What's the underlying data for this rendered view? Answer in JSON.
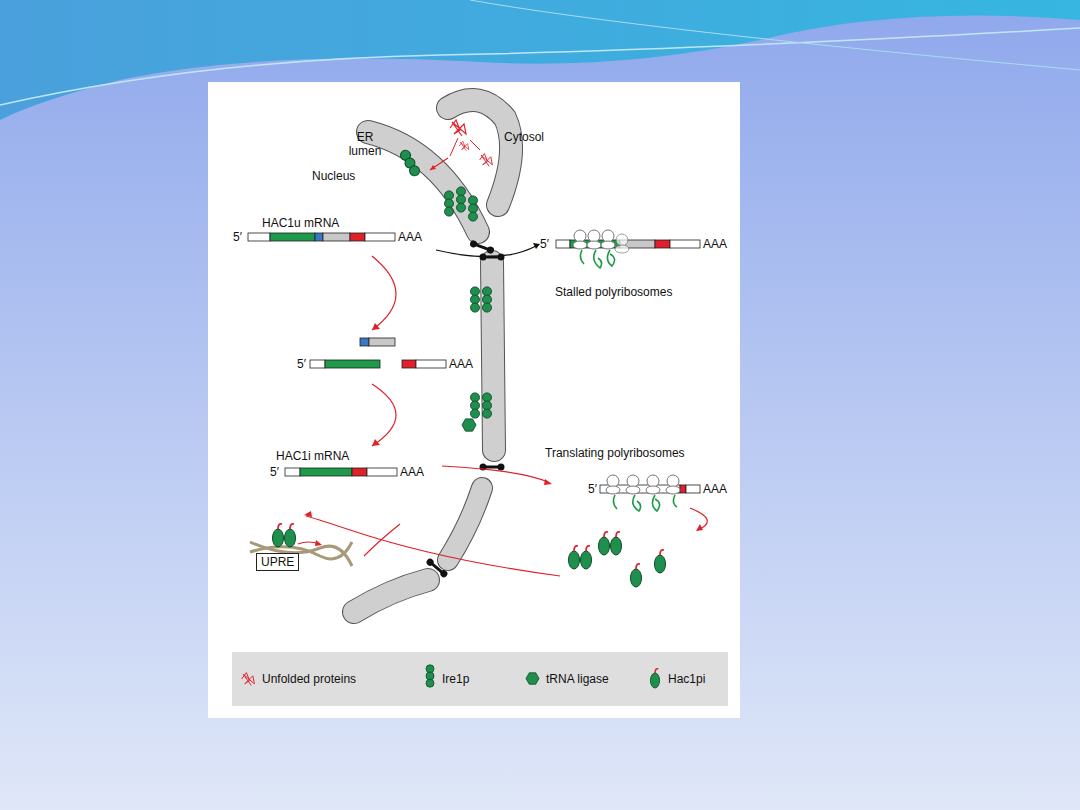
{
  "diagram": {
    "nodes": [
      {
        "text": [
          "UPRE"
        ]
      }
    ],
    "labels": [
      "ER lumen",
      "Cytosol",
      "Nucleus",
      "HAC1u mRNA",
      "5′",
      "AAA",
      "5′",
      "AAA",
      "Stalled polyribosomes",
      "5′",
      "AAA",
      "HAC1i mRNA",
      "5′",
      "AAA",
      "Translating polyribosomes",
      "5′",
      "AAA"
    ],
    "legend": [
      {
        "text": "Unfolded proteins"
      },
      {
        "text": "Ire1p"
      },
      {
        "text": "tRNA ligase"
      },
      {
        "text": "Hac1pi"
      }
    ]
  }
}
